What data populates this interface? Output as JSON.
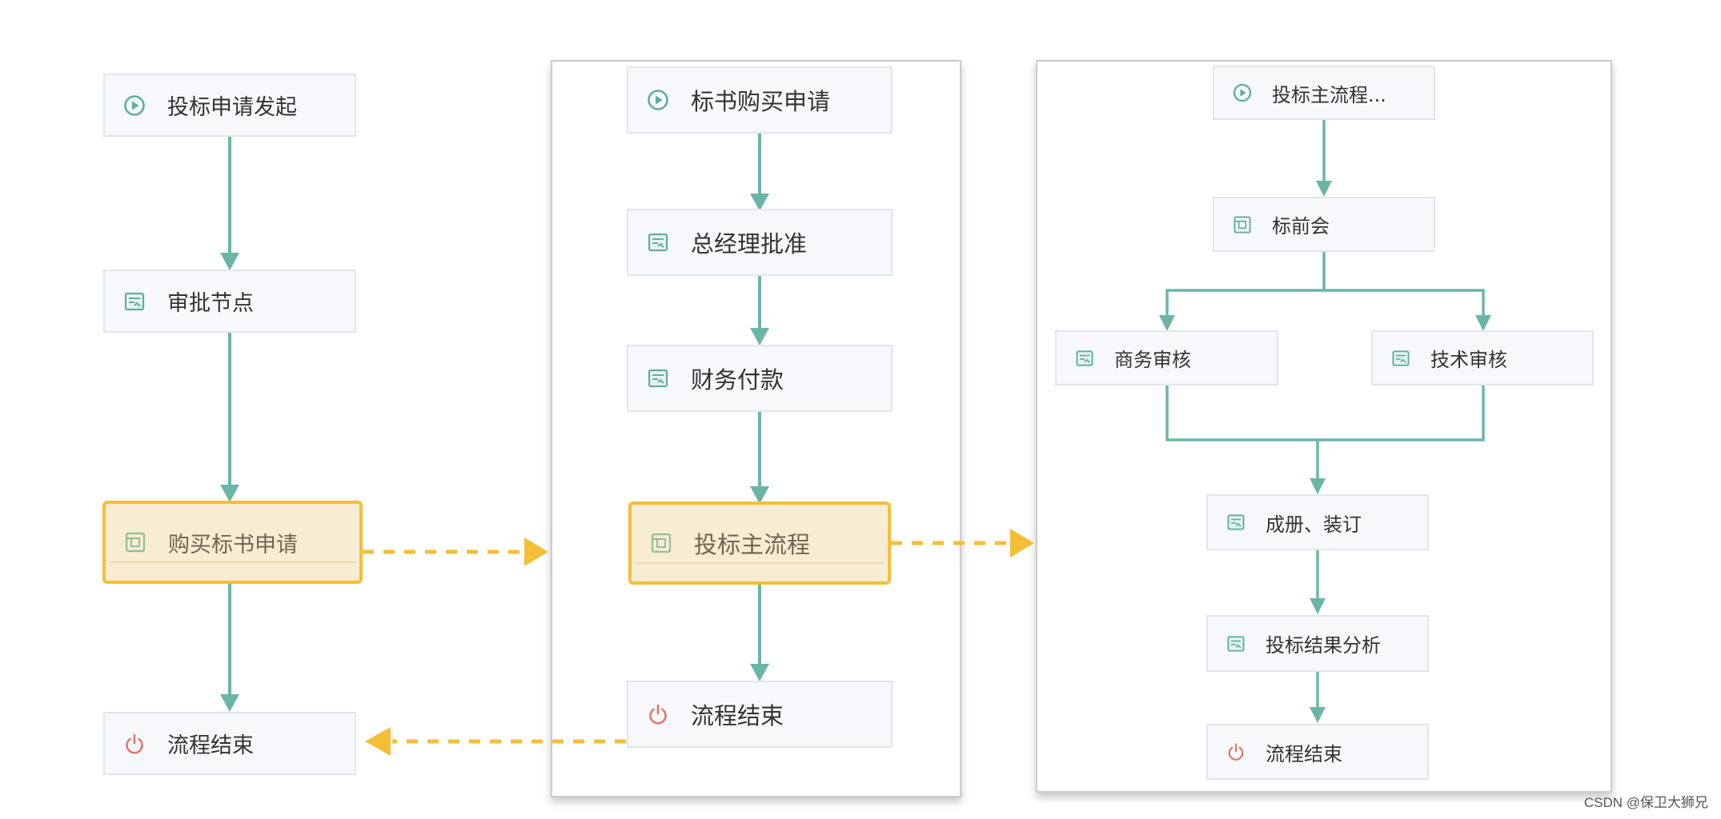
{
  "colors": {
    "flow_line": "#6cb5a6",
    "link_line": "#f4be38",
    "start_icon": "#5fae9f",
    "end_icon": "#e07a6a"
  },
  "left_flow": {
    "start": {
      "label": "投标申请发起",
      "icon": "play-circle-icon"
    },
    "approval": {
      "label": "审批节点",
      "icon": "form-icon"
    },
    "purchase": {
      "label": "购买标书申请",
      "icon": "subprocess-icon"
    },
    "end": {
      "label": "流程结束",
      "icon": "power-icon"
    }
  },
  "middle_flow": {
    "start": {
      "label": "标书购买申请",
      "icon": "play-circle-icon"
    },
    "gm_approve": {
      "label": "总经理批准",
      "icon": "form-icon"
    },
    "finance_pay": {
      "label": "财务付款",
      "icon": "form-icon"
    },
    "main_process": {
      "label": "投标主流程",
      "icon": "subprocess-icon"
    },
    "end": {
      "label": "流程结束",
      "icon": "power-icon"
    }
  },
  "right_flow": {
    "start": {
      "label": "投标主流程...",
      "icon": "play-circle-icon"
    },
    "pre_bid": {
      "label": "标前会",
      "icon": "subprocess-icon"
    },
    "business_review": {
      "label": "商务审核",
      "icon": "form-icon"
    },
    "tech_review": {
      "label": "技术审核",
      "icon": "form-icon"
    },
    "binding": {
      "label": "成册、装订",
      "icon": "form-icon"
    },
    "analysis": {
      "label": "投标结果分析",
      "icon": "form-icon"
    },
    "end": {
      "label": "流程结束",
      "icon": "power-icon"
    }
  },
  "watermark": "CSDN @保卫大狮兄"
}
